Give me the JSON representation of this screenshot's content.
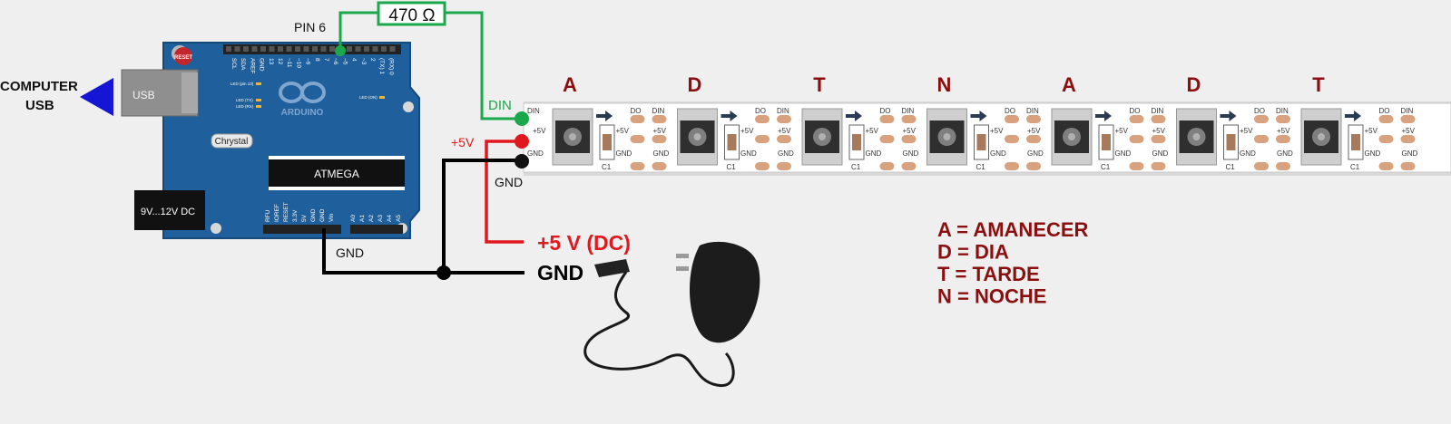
{
  "computer": {
    "line1": "COMPUTER",
    "line2": "USB"
  },
  "usb_label": "USB",
  "board": {
    "reset_label": "RESET",
    "brand": "ARDUINO",
    "crystal_label": "Chrystal",
    "chip_label": "ATMEGA",
    "power_jack_label": "9V...12V DC",
    "led_pin13": "LED (pin 13)",
    "led_tx": "LED (TX)",
    "led_rx": "LED (RX)",
    "led_on": "LED (ON)",
    "digital_pins": [
      "SCL",
      "SDA",
      "AREF",
      "GND",
      "13",
      "12",
      "~11",
      "~10",
      "~9",
      "8",
      "7",
      "~6",
      "~5",
      "4",
      "~3",
      "2",
      "(TX) 1",
      "(RX) 0"
    ],
    "power_pins": [
      "RFU",
      "IOREF",
      "RESET",
      "3.3V",
      "5V",
      "GND",
      "GND",
      "Vin"
    ],
    "analog_pins": [
      "A0",
      "A1",
      "A2",
      "A3",
      "A4",
      "A5"
    ]
  },
  "wiring": {
    "pin_label": "PIN 6",
    "resistor_label": "470 Ω",
    "din_label": "DIN",
    "plus5_label": "+5V",
    "gnd_label_strip": "GND",
    "gnd_label_board": "GND",
    "supply_plus": "+5 V (DC)",
    "supply_gnd": "GND"
  },
  "strip": {
    "segments": [
      "A",
      "D",
      "T",
      "N",
      "A",
      "D",
      "T"
    ],
    "pad_top_left": "DIN",
    "pad_top_right": "DO",
    "pad_mid": "+5V",
    "pad_bottom": "GND",
    "cap_label": "C1"
  },
  "legend": [
    "A = AMANECER",
    "D = DIA",
    "T = TARDE",
    "N = NOCHE"
  ],
  "colors": {
    "signal": "#1aa84b",
    "power": "#e0191e",
    "ground": "#000000",
    "legend": "#8b0f0f",
    "usb_arrow": "#1515d6",
    "board": "#1e5f9c"
  }
}
